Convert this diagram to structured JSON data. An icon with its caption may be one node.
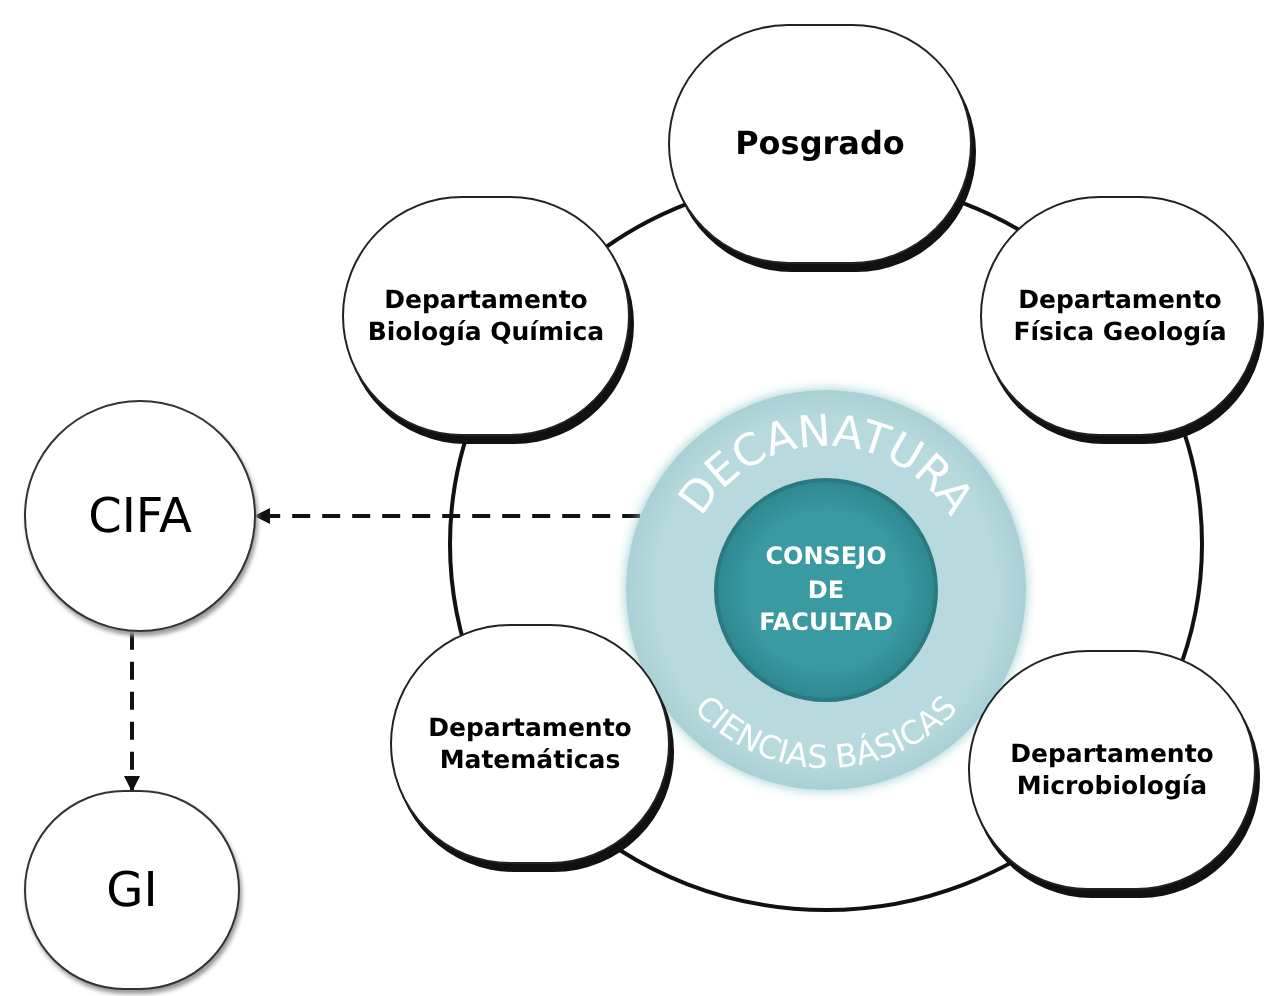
{
  "diagram": {
    "nodes": [
      {
        "text": [
          "Posgrado"
        ]
      },
      {
        "text": [
          "Departamento Biología Química"
        ]
      },
      {
        "text": [
          "Departamento Física Geología"
        ]
      },
      {
        "text": [
          "DECANATURA",
          "CIENCIAS BÁSICAS"
        ]
      },
      {
        "text": [
          "CONSEJO DE FACULTAD"
        ],
        "in": 3
      },
      {
        "text": [
          "CIFA"
        ]
      },
      {
        "text": [
          "Departamento Matemáticas"
        ]
      },
      {
        "text": [
          "Departamento Microbiología"
        ]
      },
      {
        "text": [
          "GI"
        ]
      }
    ],
    "edges": [
      {
        "from": 3,
        "to": 5,
        "arrow": "to",
        "style": "dashed"
      },
      {
        "from": 5,
        "to": 8,
        "arrow": "to",
        "style": "dashed"
      }
    ]
  }
}
